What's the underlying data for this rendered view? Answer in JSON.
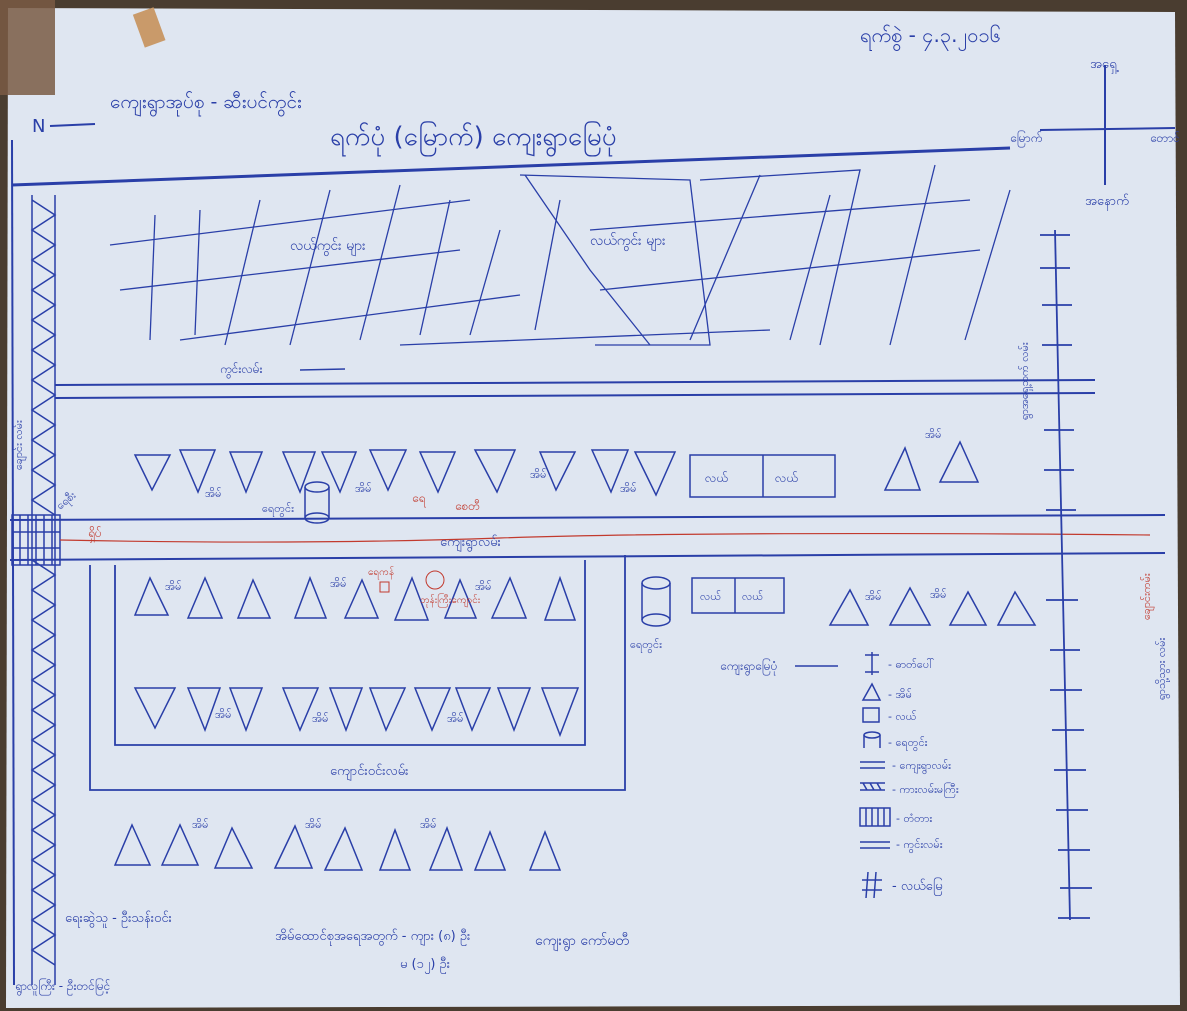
{
  "map": {
    "date": "ရက်စွဲ - ၄.၃.၂၀၁၆",
    "village_tract": "ကျေးရွာအုပ်စု - ဆီးပင်ကွင်း",
    "title": "ရက်ပုံ (မြောက်) ကျေးရွာမြေပုံ",
    "north_arrow": "N",
    "compass": {
      "north": "အရှေ့",
      "south": "အနောက်",
      "east": "မြောက်",
      "west": "တောင်"
    },
    "labels": {
      "farmland_left": "လယ်ကွင်း များ",
      "farmland_right": "လယ်ကွင်း များ",
      "field_road": "ကွင်းလမ်း",
      "village_road": "ကျေးရွာလမ်း",
      "house": "အိမ်",
      "field": "လယ်",
      "well": "ရေတွင်း",
      "monastery": "ဘုန်းကြီးကျောင်း",
      "pagoda": "စေတီ",
      "school": "ရေ",
      "red_road": "ရှိပ်",
      "red_well": "ရေကန်",
      "red_right": "ချောင်းကမ်း",
      "right_vertical": "ရွာအရှေ့ဘက် လမ်း",
      "right_margin": "ရွာသို့သွား လမ်း",
      "lower_block": "ကျောင်းဝင်းလမ်း",
      "bridge": "တံတား",
      "left_river": "ချောင်း လမ်း",
      "left_flow": "ရေစီး",
      "monastery_sign": "အိမ်"
    },
    "legend": {
      "title": "ကျေးရွာမြေပုံ",
      "items": [
        {
          "symbol": "electric-pole",
          "label": "- ဓာတ်ပေါ်"
        },
        {
          "symbol": "triangle",
          "label": "- အိမ်"
        },
        {
          "symbol": "square",
          "label": "- လယ်"
        },
        {
          "symbol": "well",
          "label": "- ရေတွင်း"
        },
        {
          "symbol": "road-double",
          "label": "- ကျေးရွာလမ်း"
        },
        {
          "symbol": "hatched-road",
          "label": "- ကားလမ်းမကြီး"
        },
        {
          "symbol": "bridge",
          "label": "- တံတား"
        },
        {
          "symbol": "field-road",
          "label": "- ကွင်းလမ်း"
        },
        {
          "symbol": "cross",
          "label": "- လယ်မြေ"
        }
      ]
    },
    "footer": {
      "drawn_by": "ရေးဆွဲသူ - ဦးသန်းဝင်း",
      "households": "အိမ်ထောင်စုအရေအတွက် - ကျား (၈) ဦး",
      "households_line2": "မ (၁၂) ဦး",
      "verified": "ကျေးရွာ ကော်မတီ",
      "responsible": "ရွာလူကြီး - ဦးတင်မြင့်"
    }
  }
}
